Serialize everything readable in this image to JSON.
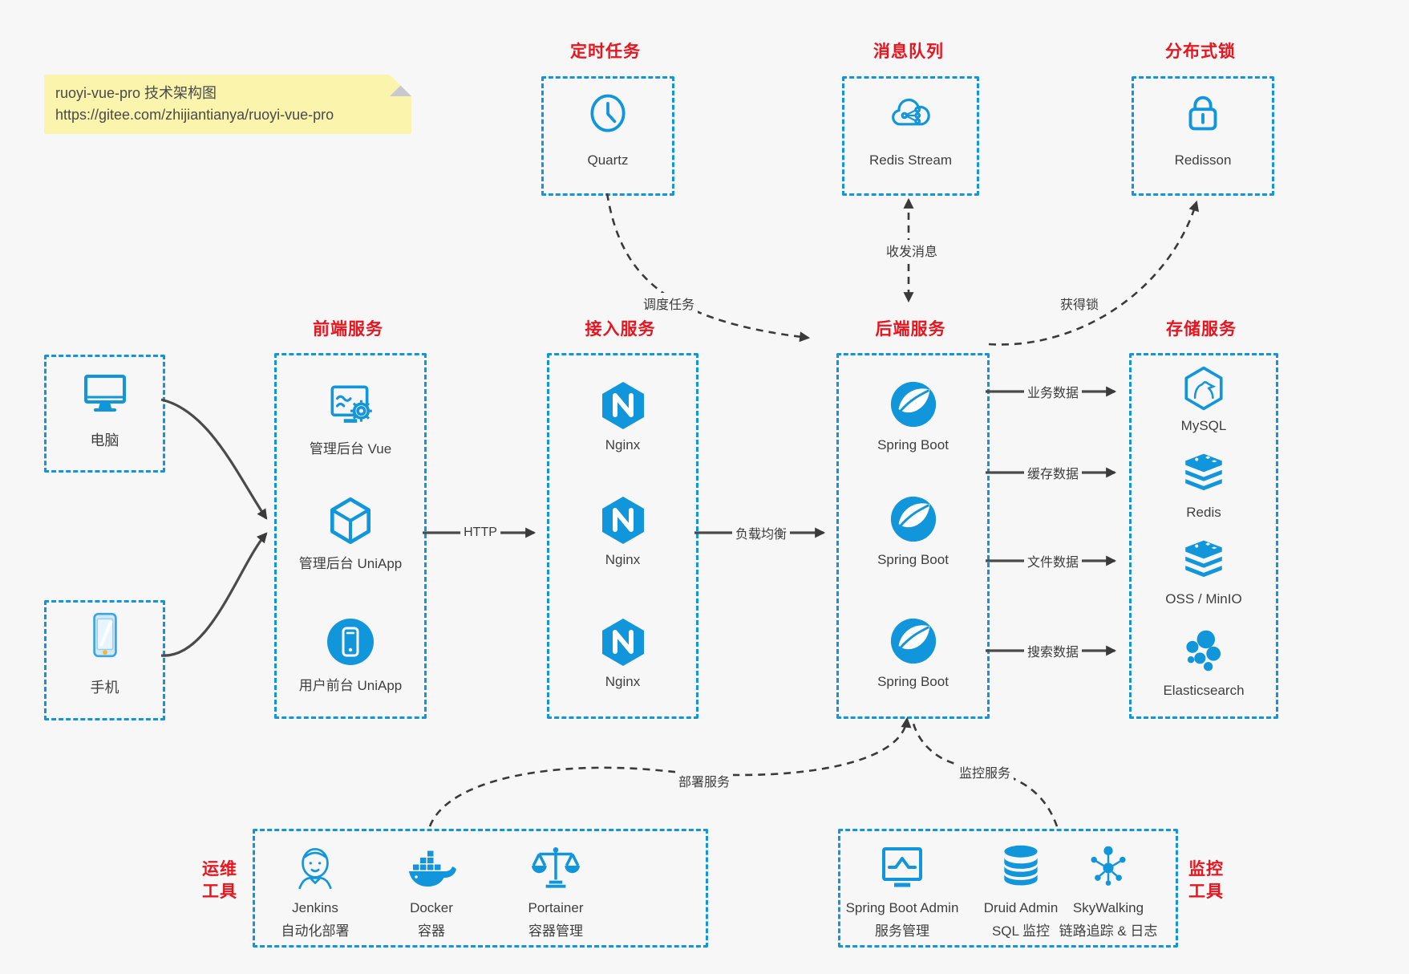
{
  "colors": {
    "accent_blue": "#1296db",
    "title_red": "#e8141e",
    "note_yellow": "#faf4ad",
    "background": "#f7f7f8",
    "arrow_dark": "#3f3f3f"
  },
  "note": {
    "line1": "ruoyi-vue-pro 技术架构图",
    "line2": "https://gitee.com/zhijiantianya/ruoyi-vue-pro"
  },
  "top_sections": [
    {
      "heading": "定时任务",
      "item": {
        "name": "Quartz",
        "icon": "clock-icon"
      }
    },
    {
      "heading": "消息队列",
      "item": {
        "name": "Redis Stream",
        "icon": "cloud-share-icon"
      }
    },
    {
      "heading": "分布式锁",
      "item": {
        "name": "Redisson",
        "icon": "lock-icon"
      }
    }
  ],
  "clients": [
    {
      "name": "电脑",
      "icon": "desktop-icon"
    },
    {
      "name": "手机",
      "icon": "phone-icon"
    }
  ],
  "service_columns": [
    {
      "heading": "前端服务",
      "items": [
        {
          "name": "管理后台 Vue",
          "icon": "admin-vue-icon"
        },
        {
          "name": "管理后台 UniApp",
          "icon": "uniapp-cube-icon"
        },
        {
          "name": "用户前台 UniApp",
          "icon": "user-app-icon"
        }
      ]
    },
    {
      "heading": "接入服务",
      "items": [
        {
          "name": "Nginx",
          "icon": "nginx-icon"
        },
        {
          "name": "Nginx",
          "icon": "nginx-icon"
        },
        {
          "name": "Nginx",
          "icon": "nginx-icon"
        }
      ]
    },
    {
      "heading": "后端服务",
      "items": [
        {
          "name": "Spring Boot",
          "icon": "spring-boot-icon"
        },
        {
          "name": "Spring Boot",
          "icon": "spring-boot-icon"
        },
        {
          "name": "Spring Boot",
          "icon": "spring-boot-icon"
        }
      ]
    },
    {
      "heading": "存储服务",
      "items": [
        {
          "name": "MySQL",
          "icon": "mysql-icon"
        },
        {
          "name": "Redis",
          "icon": "redis-stack-icon"
        },
        {
          "name": "OSS / MinIO",
          "icon": "storage-stack-icon"
        },
        {
          "name": "Elasticsearch",
          "icon": "elasticsearch-icon"
        }
      ]
    }
  ],
  "bottom_sections": [
    {
      "heading_line1": "运维",
      "heading_line2": "工具",
      "items": [
        {
          "name": "Jenkins",
          "desc": "自动化部署",
          "icon": "jenkins-icon"
        },
        {
          "name": "Docker",
          "desc": "容器",
          "icon": "docker-icon"
        },
        {
          "name": "Portainer",
          "desc": "容器管理",
          "icon": "portainer-icon"
        }
      ]
    },
    {
      "heading_line1": "监控",
      "heading_line2": "工具",
      "items": [
        {
          "name": "Spring Boot Admin",
          "desc": "服务管理",
          "icon": "sba-monitor-icon"
        },
        {
          "name": "Druid Admin",
          "desc": "SQL 监控",
          "icon": "druid-database-icon"
        },
        {
          "name": "SkyWalking",
          "desc": "链路追踪 & 日志",
          "icon": "skywalking-topology-icon"
        }
      ]
    }
  ],
  "edge_labels": {
    "http": "HTTP",
    "load_balance": "负载均衡",
    "business_data": "业务数据",
    "cache_data": "缓存数据",
    "file_data": "文件数据",
    "search_data": "搜索数据",
    "schedule_task": "调度任务",
    "send_receive_message": "收发消息",
    "acquire_lock": "获得锁",
    "deploy_service": "部署服务",
    "monitor_service": "监控服务"
  }
}
